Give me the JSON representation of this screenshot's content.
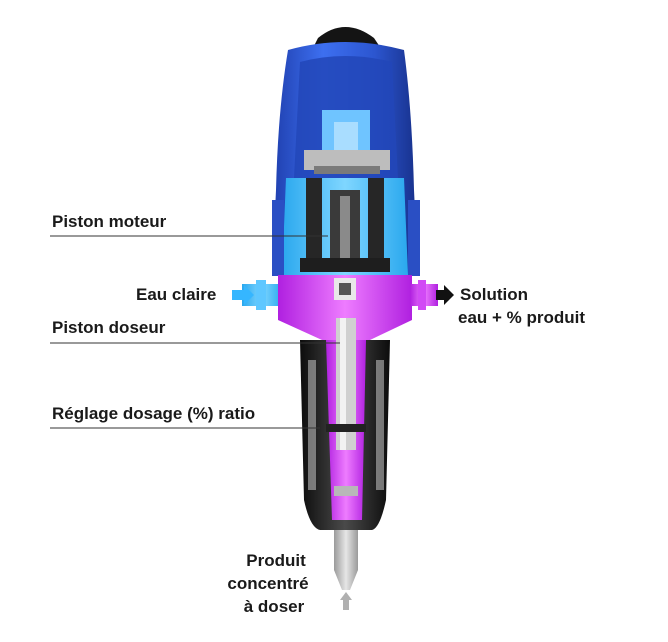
{
  "labels": {
    "piston_moteur": "Piston moteur",
    "eau_claire": "Eau claire",
    "piston_doseur": "Piston doseur",
    "reglage": "Réglage dosage (%) ratio",
    "solution_line1": "Solution",
    "solution_line2": "eau + % produit",
    "produit_line1": "Produit",
    "produit_line2": "concentré",
    "produit_line3": "à doser"
  },
  "icons": {
    "inlet": "arrow-right-icon",
    "outlet": "arrow-right-icon",
    "product_inlet": "arrow-up-icon"
  },
  "colors": {
    "body_blue": "#2f5fd8",
    "water_cyan": "#3fbfff",
    "solution_magenta": "#d733ff",
    "housing_black": "#1c1c1c"
  }
}
